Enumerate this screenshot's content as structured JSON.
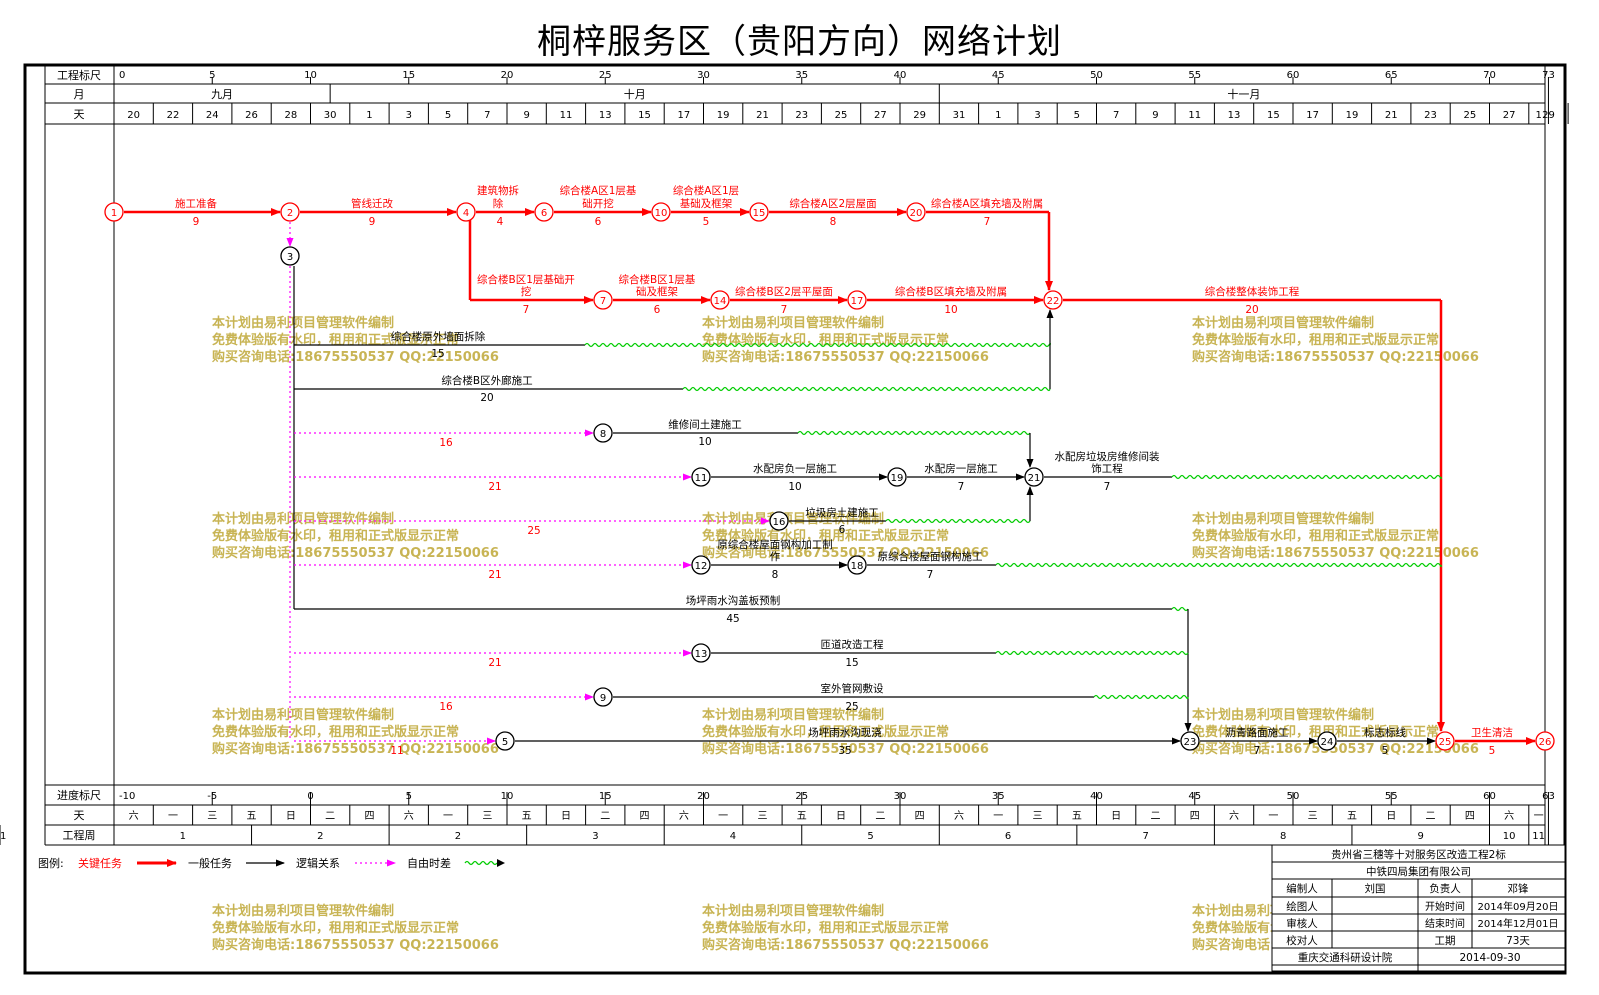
{
  "title": "桐梓服务区（贵阳方向）网络计划",
  "scales": {
    "top_ruler_label": "工程标尺",
    "month_label": "月",
    "day_label": "天",
    "top_ruler": [
      "0",
      "5",
      "10",
      "15",
      "20",
      "25",
      "30",
      "35",
      "40",
      "45",
      "50",
      "55",
      "60",
      "65",
      "70",
      "73"
    ],
    "months": [
      "九月",
      "十月",
      "十一月"
    ],
    "days": [
      "20",
      "22",
      "24",
      "26",
      "28",
      "30",
      "1",
      "3",
      "5",
      "7",
      "9",
      "11",
      "13",
      "15",
      "17",
      "19",
      "21",
      "23",
      "25",
      "27",
      "29",
      "31",
      "1",
      "3",
      "5",
      "7",
      "9",
      "11",
      "13",
      "15",
      "17",
      "19",
      "21",
      "23",
      "25",
      "27",
      "29",
      "1"
    ],
    "progress_label": "进度标尺",
    "progress_ruler": [
      "-10",
      "-5",
      "0",
      "5",
      "10",
      "15",
      "20",
      "25",
      "30",
      "35",
      "40",
      "45",
      "50",
      "55",
      "60",
      "63"
    ],
    "weekday_label": "天",
    "weekdays": [
      "六",
      "一",
      "三",
      "五",
      "日",
      "二",
      "四",
      "六",
      "一",
      "三",
      "五",
      "日",
      "二",
      "四",
      "六",
      "一",
      "三",
      "五",
      "日",
      "二",
      "四",
      "六",
      "一",
      "三",
      "五",
      "日",
      "二",
      "四",
      "六",
      "一",
      "三",
      "五",
      "日",
      "二",
      "四",
      "六",
      "一"
    ],
    "week_label": "工程周",
    "weeks": [
      "1",
      "2",
      "2",
      "3",
      "4",
      "5",
      "6",
      "7",
      "8",
      "9",
      "10",
      "11",
      "11"
    ]
  },
  "nodes": [
    "1",
    "2",
    "3",
    "4",
    "5",
    "6",
    "7",
    "8",
    "9",
    "10",
    "11",
    "12",
    "13",
    "14",
    "15",
    "16",
    "17",
    "18",
    "19",
    "20",
    "21",
    "22",
    "23",
    "24",
    "25",
    "26"
  ],
  "tasks": [
    {
      "name": "施工准备",
      "dur": "9"
    },
    {
      "name": "管线迁改",
      "dur": "9"
    },
    {
      "name": "建筑物拆除",
      "dur": "4"
    },
    {
      "name": "综合楼A区1层基础开挖",
      "dur": "6"
    },
    {
      "name": "综合楼A区1层基础及框架",
      "dur": "5"
    },
    {
      "name": "综合楼A区2层屋面",
      "dur": "8"
    },
    {
      "name": "综合楼A区填充墙及附属",
      "dur": "7"
    },
    {
      "name": "综合楼B区1层基础开挖",
      "dur": "7"
    },
    {
      "name": "综合楼B区1层基础及框架",
      "dur": "6"
    },
    {
      "name": "综合楼B区2层平屋面",
      "dur": "7"
    },
    {
      "name": "综合楼B区填充墙及附属",
      "dur": "10"
    },
    {
      "name": "综合楼整体装饰工程",
      "dur": "20"
    },
    {
      "name": "综合楼原外墙面拆除",
      "dur": "15"
    },
    {
      "name": "综合楼B区外廊施工",
      "dur": "20"
    },
    {
      "name": "维修间土建施工",
      "dur": "10"
    },
    {
      "name": "水配房负一层施工",
      "dur": "10"
    },
    {
      "name": "水配房一层施工",
      "dur": "7"
    },
    {
      "name": "水配房垃圾房维修间装饰工程",
      "dur": "7"
    },
    {
      "name": "垃圾房土建施工",
      "dur": "6"
    },
    {
      "name": "原综合楼屋面钢构加工制作",
      "dur": "8"
    },
    {
      "name": "原综合楼屋面钢构施工",
      "dur": "7"
    },
    {
      "name": "场坪雨水沟盖板预制",
      "dur": "45"
    },
    {
      "name": "匝道改造工程",
      "dur": "15"
    },
    {
      "name": "室外管网敷设",
      "dur": "25"
    },
    {
      "name": "场坪雨水沟现浇",
      "dur": "35"
    },
    {
      "name": "沥青路面施工",
      "dur": "7"
    },
    {
      "name": "标志标线",
      "dur": "5"
    },
    {
      "name": "卫生清洁",
      "dur": "5"
    }
  ],
  "free_floats": [
    "16",
    "21",
    "25",
    "21",
    "21",
    "16",
    "11"
  ],
  "watermark": [
    "本计划由易利项目管理软件编制",
    "免费体验版有水印，租用和正式版显示正常",
    "购买咨询电话:18675550537 QQ:22150066"
  ],
  "legend": {
    "label": "图例:",
    "critical": "关键任务",
    "general": "一般任务",
    "logic": "逻辑关系",
    "float": "自由时差"
  },
  "info": {
    "project": "贵州省三穗等十对服务区改造工程2标",
    "company": "中铁四局集团有限公司",
    "editor_label": "编制人",
    "editor": "刘国",
    "owner_label": "负责人",
    "owner": "邓锋",
    "drawer_label": "绘图人",
    "start_label": "开始时间",
    "start": "2014年09月20日",
    "reviewer_label": "审核人",
    "end_label": "结束时间",
    "end": "2014年12月01日",
    "checker_label": "校对人",
    "duration_label": "工期",
    "duration": "73天",
    "institute": "重庆交通科研设计院",
    "date": "2014-09-30"
  },
  "colors": {
    "critical": "#ff0000",
    "general": "#000000",
    "logic": "#ff00ff",
    "float": "#00cc00",
    "watermark": "#c8b454"
  }
}
